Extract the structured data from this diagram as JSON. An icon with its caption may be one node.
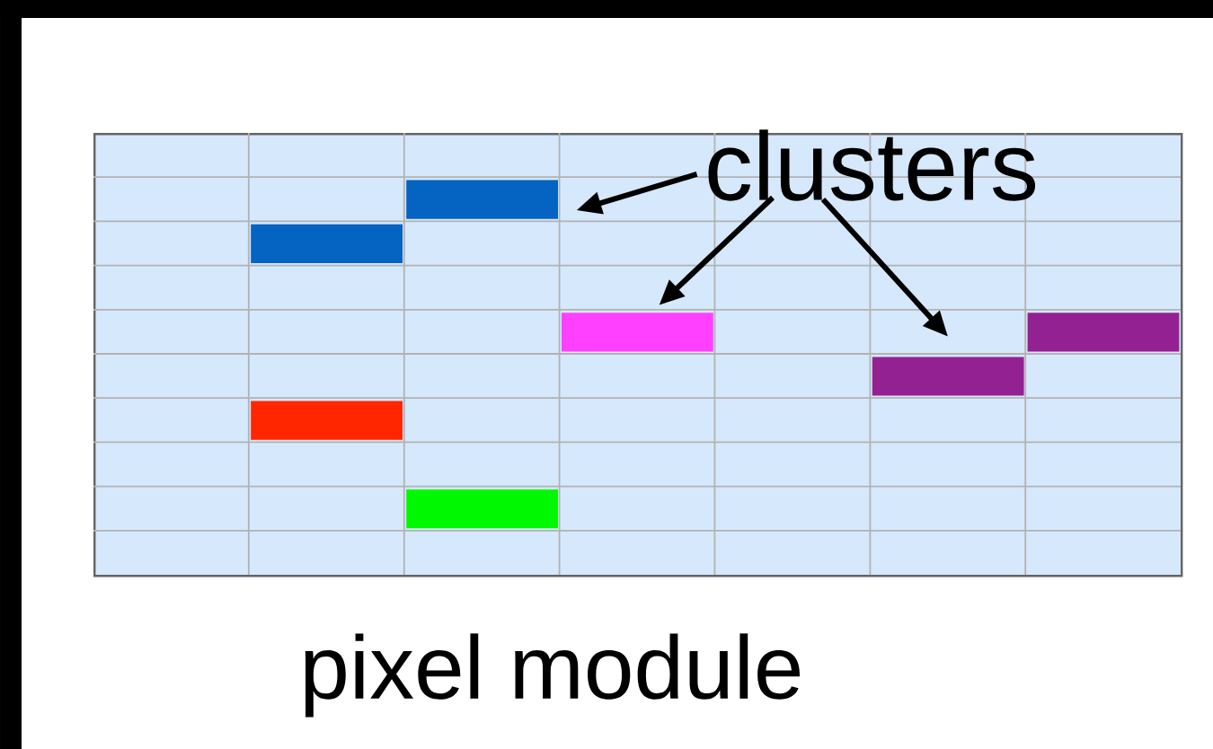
{
  "diagram": {
    "nodes": [
      {
        "text": [],
        "shape": "box",
        "beside": [
          "pixel module"
        ]
      },
      {
        "text": [],
        "shape": "bar",
        "in": 0
      },
      {
        "text": [],
        "shape": "bar",
        "in": 0
      },
      {
        "text": [],
        "shape": "bar",
        "in": 0
      },
      {
        "text": [],
        "shape": "bar",
        "in": 0
      },
      {
        "text": [],
        "shape": "bar",
        "in": 0
      },
      {
        "text": [],
        "shape": "bar",
        "in": 0
      },
      {
        "text": [],
        "shape": "bar",
        "in": 0
      },
      {
        "text": [
          "clusters"
        ],
        "in": 0
      }
    ],
    "edges": [
      {
        "from": 8,
        "to": 3,
        "arrow": "to"
      },
      {
        "from": 8,
        "to": 5,
        "arrow": "to"
      },
      {
        "from": 8,
        "to": 6,
        "arrow": "to"
      }
    ]
  }
}
